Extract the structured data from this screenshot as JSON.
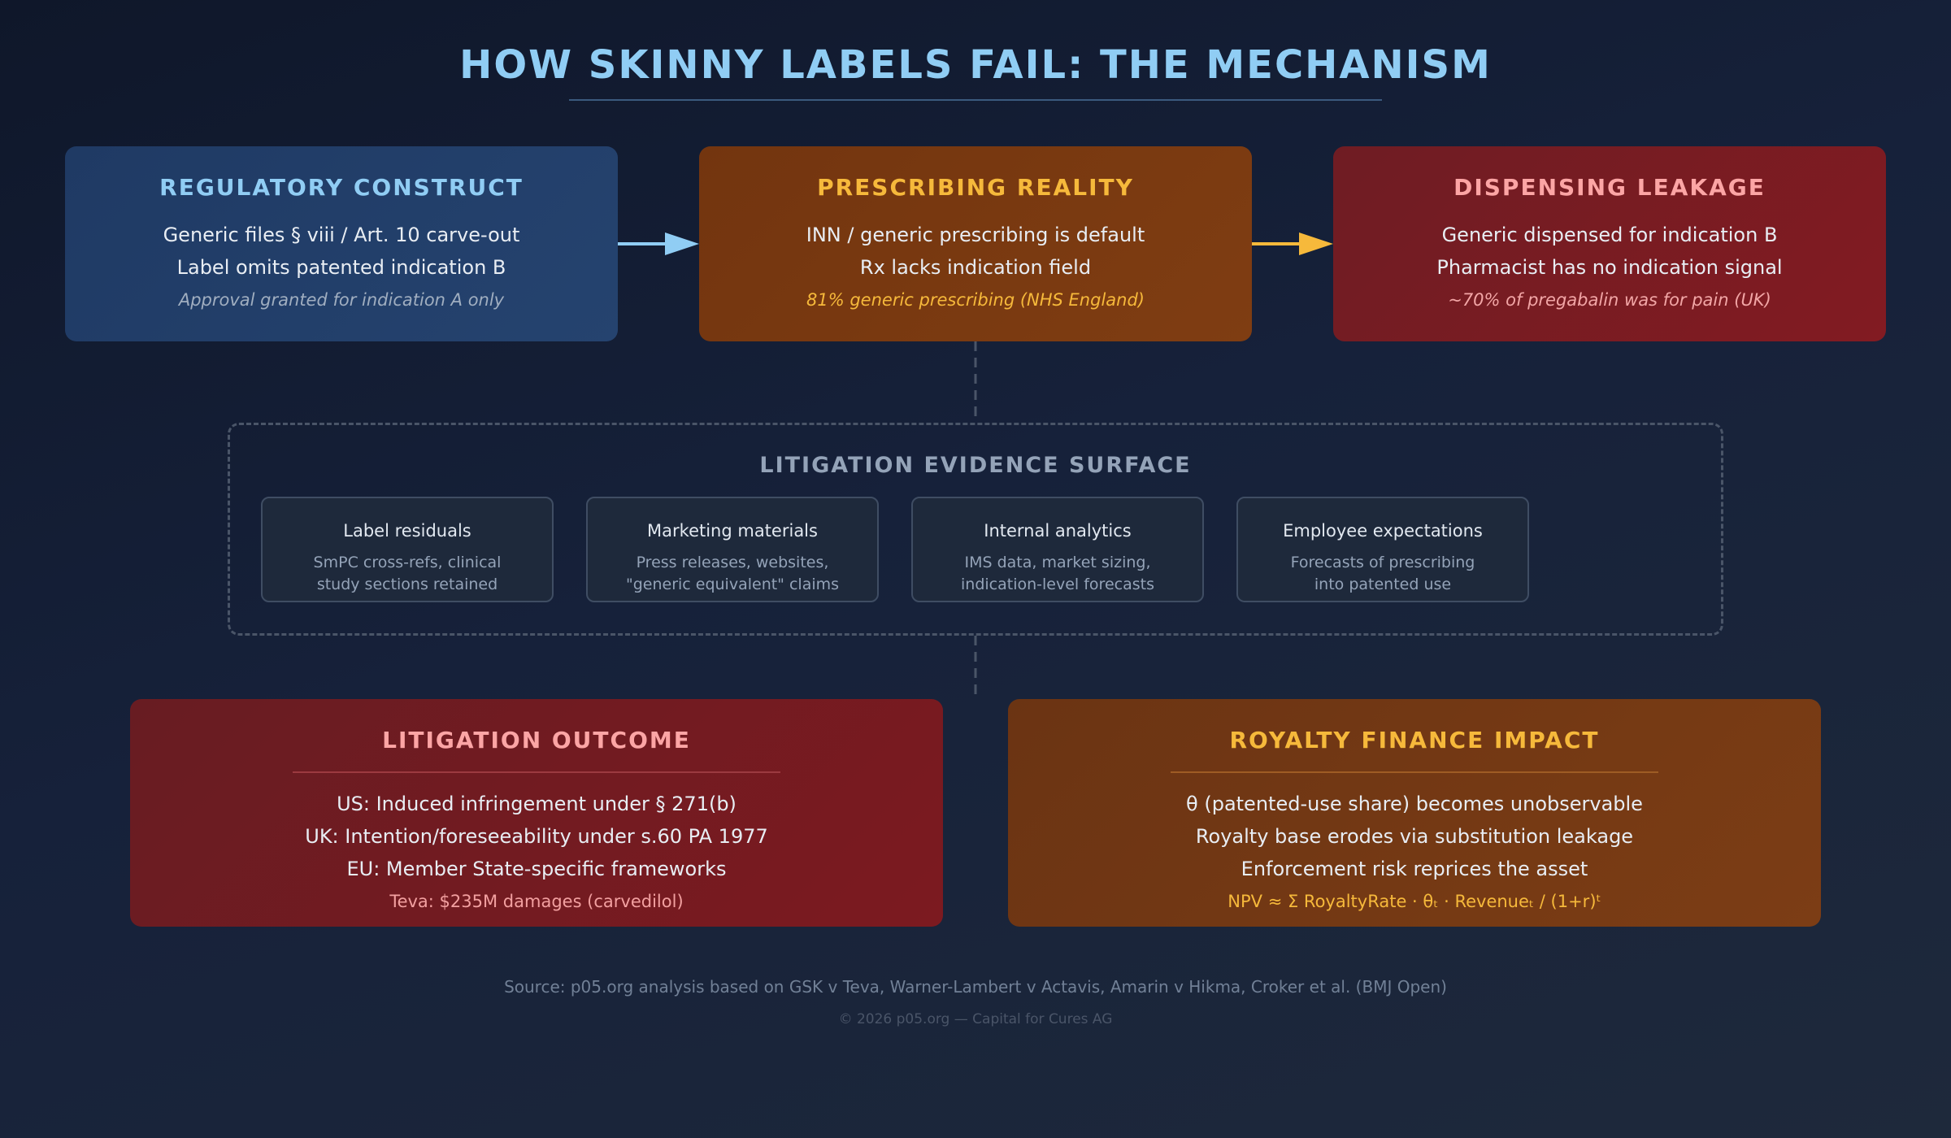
{
  "title": "HOW SKINNY LABELS FAIL: THE MECHANISM",
  "regulatory": {
    "heading": "REGULATORY CONSTRUCT",
    "lines": [
      "Generic files § viii / Art. 10 carve-out",
      "Label omits patented indication B"
    ],
    "note": "Approval granted for indication A only"
  },
  "prescribing": {
    "heading": "PRESCRIBING REALITY",
    "lines": [
      "INN / generic prescribing is default",
      "Rx lacks indication field"
    ],
    "note": "81% generic prescribing (NHS England)"
  },
  "dispensing": {
    "heading": "DISPENSING LEAKAGE",
    "lines": [
      "Generic dispensed for indication B",
      "Pharmacist has no indication signal"
    ],
    "note": "~70% of pregabalin was for pain (UK)"
  },
  "evidence": {
    "heading": "LITIGATION EVIDENCE SURFACE",
    "cards": [
      {
        "title": "Label residuals",
        "desc1": "SmPC cross-refs, clinical",
        "desc2": "study sections retained"
      },
      {
        "title": "Marketing materials",
        "desc1": "Press releases, websites,",
        "desc2": "\"generic equivalent\" claims"
      },
      {
        "title": "Internal analytics",
        "desc1": "IMS data, market sizing,",
        "desc2": "indication-level forecasts"
      },
      {
        "title": "Employee expectations",
        "desc1": "Forecasts of prescribing",
        "desc2": "into patented use"
      }
    ]
  },
  "outcome": {
    "heading": "LITIGATION OUTCOME",
    "lines": [
      "US: Induced infringement under § 271(b)",
      "UK: Intention/foreseeability under s.60 PA 1977",
      "EU: Member State-specific frameworks"
    ],
    "note": "Teva: $235M damages (carvedilol)"
  },
  "royalty": {
    "heading": "ROYALTY FINANCE IMPACT",
    "lines": [
      "θ (patented-use share) becomes unobservable",
      "Royalty base erodes via substitution leakage",
      "Enforcement risk reprices the asset"
    ],
    "note": "NPV ≈ Σ RoyaltyRate · θₜ · Revenueₜ / (1+r)ᵗ"
  },
  "source": "Source: p05.org analysis based on GSK v Teva, Warner-Lambert v Actavis, Amarin v Hikma, Croker et al. (BMJ Open)",
  "copyright": "© 2026 p05.org — Capital for Cures AG",
  "colors": {
    "arrow_blue": "#90cdf4",
    "arrow_amber": "#f6b93b",
    "connector": "#4a5568"
  }
}
